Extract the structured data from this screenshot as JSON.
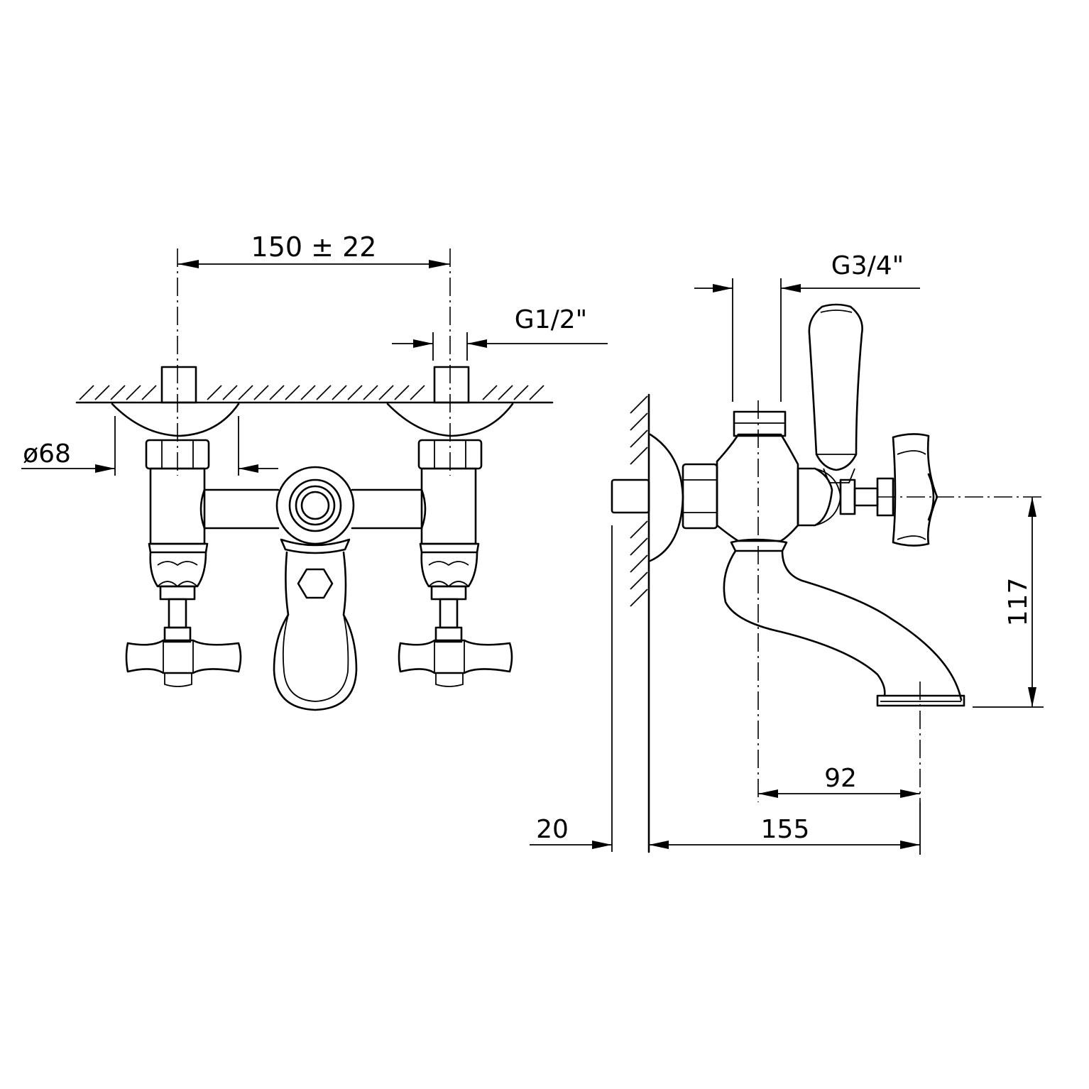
{
  "dimensions": {
    "center_distance": "150 ± 22",
    "inlet_thread": "G1/2\"",
    "flange_diameter": "ø68",
    "outlet_thread": "G3/4\"",
    "spout_height": "117",
    "spout_reach": "92",
    "wall_offset": "20",
    "total_projection": "155"
  }
}
